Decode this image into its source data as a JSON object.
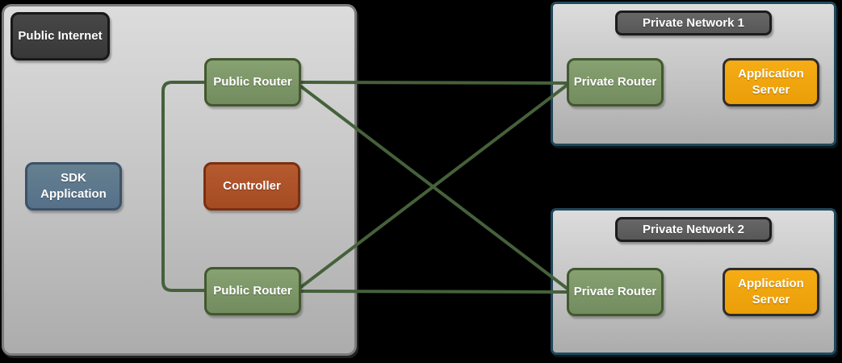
{
  "diagram": {
    "containers": {
      "public_internet": {
        "label": "Public Internet"
      },
      "private_network_1": {
        "label": "Private Network 1"
      },
      "private_network_2": {
        "label": "Private Network 2"
      }
    },
    "nodes": {
      "sdk_application": {
        "label": "SDK Application"
      },
      "controller": {
        "label": "Controller"
      },
      "public_router_top": {
        "label": "Public Router"
      },
      "public_router_bottom": {
        "label": "Public Router"
      },
      "private_router_1": {
        "label": "Private Router"
      },
      "application_server_1": {
        "label": "Application Server"
      },
      "private_router_2": {
        "label": "Private Router"
      },
      "application_server_2": {
        "label": "Application Server"
      }
    },
    "links": [
      {
        "from": "public_router_top",
        "to": "public_router_bottom",
        "type": "bus"
      },
      {
        "from": "public_router_top",
        "to": "private_router_1",
        "type": "direct"
      },
      {
        "from": "public_router_top",
        "to": "private_router_2",
        "type": "direct"
      },
      {
        "from": "public_router_bottom",
        "to": "private_router_1",
        "type": "direct"
      },
      {
        "from": "public_router_bottom",
        "to": "private_router_2",
        "type": "direct"
      }
    ],
    "colors": {
      "background": "#000000",
      "container_fill_top": "#dcdcdc",
      "container_fill_bottom": "#acacac",
      "public_container_border": "#7b7b7b",
      "network_container_border": "#1f485c",
      "router_fill": "#7d9769",
      "router_border": "#42582f",
      "controller_fill": "#af5128",
      "controller_border": "#7b2f10",
      "sdk_fill": "#5e7990",
      "sdk_border": "#3b5268",
      "server_fill": "#f2a60f",
      "server_border": "#2d2d2d",
      "badge_dark_fill": "#3f3f3f",
      "badge_gray_fill": "#606060",
      "badge_border": "#1c1c1c",
      "link_color": "#45613a"
    }
  }
}
